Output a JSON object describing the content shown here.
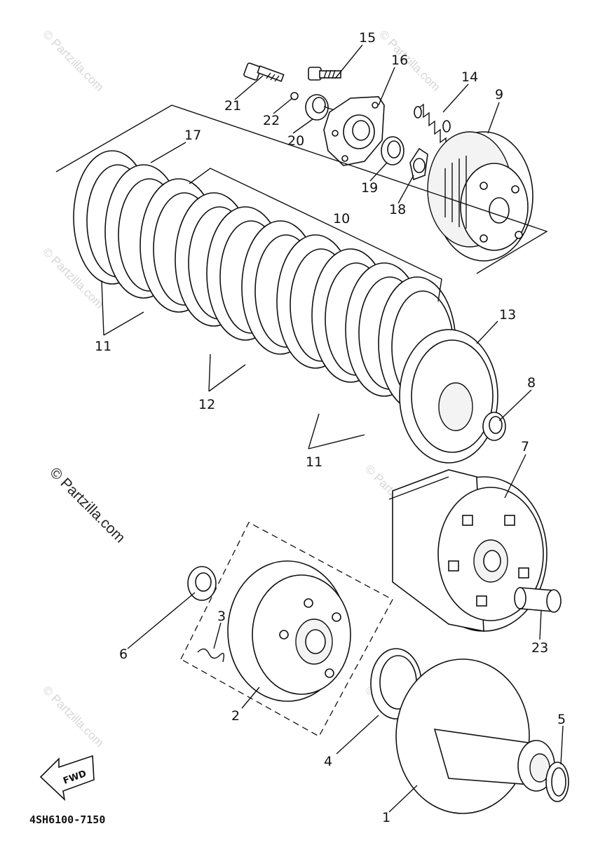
{
  "diagram": {
    "drawing_code": "4SH6100-7150",
    "watermark_text": "© Partzilla.com",
    "fwd_label": "FWD",
    "callouts": {
      "c1": "1",
      "c2": "2",
      "c3": "3",
      "c4": "4",
      "c5": "5",
      "c6": "6",
      "c7": "7",
      "c8": "8",
      "c9": "9",
      "c10": "10",
      "c11a": "11",
      "c11b": "11",
      "c12": "12",
      "c13": "13",
      "c14": "14",
      "c15": "15",
      "c16": "16",
      "c17": "17",
      "c18": "18",
      "c19": "19",
      "c20": "20",
      "c21": "21",
      "c22": "22",
      "c23": "23"
    }
  }
}
